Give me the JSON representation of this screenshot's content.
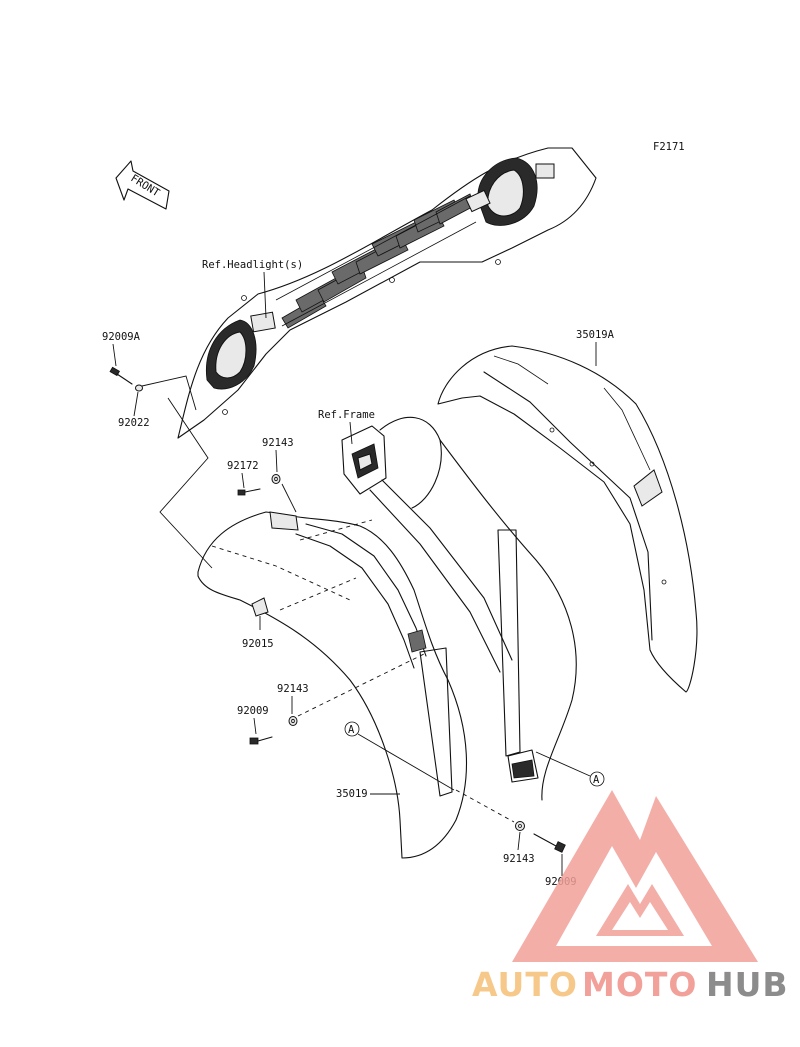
{
  "figure_code": "F2171",
  "front_indicator": "FRONT",
  "references": {
    "headlight": "Ref.Headlight(s)",
    "frame": "Ref.Frame"
  },
  "callouts": {
    "p92009A": "92009A",
    "p92022": "92022",
    "p92143_top": "92143",
    "p92172": "92172",
    "p92015": "92015",
    "p35019A": "35019A",
    "p92143_mid": "92143",
    "p92009_left": "92009",
    "p35019": "35019",
    "p92143_bottom": "92143",
    "p92009_bottom": "92009",
    "ref_a_left": "A",
    "ref_a_right": "A"
  },
  "watermark": {
    "part1": "AUTO",
    "part2": "MOTO",
    "part3": "HUB",
    "colors": {
      "logo": "#f2a09a",
      "auto": "#f6c98a",
      "moto": "#f2a09a",
      "hub": "#8c8c8c"
    }
  }
}
